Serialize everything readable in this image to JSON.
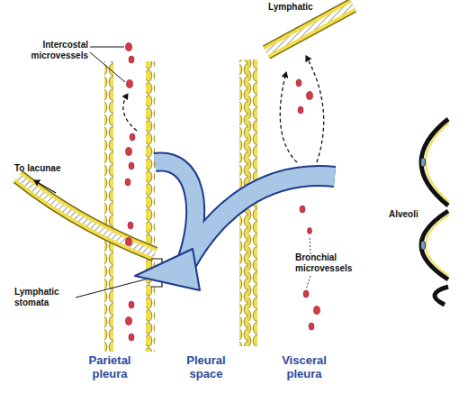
{
  "diagram": {
    "labels": [
      "Lymphatic",
      "Intercostal microvessels",
      "To lacunae",
      "Lymphatic stomata",
      "Alveoli",
      "Bronchial microvessels",
      "Parietal pleura",
      "Pleural space",
      "Visceral pleura"
    ]
  }
}
